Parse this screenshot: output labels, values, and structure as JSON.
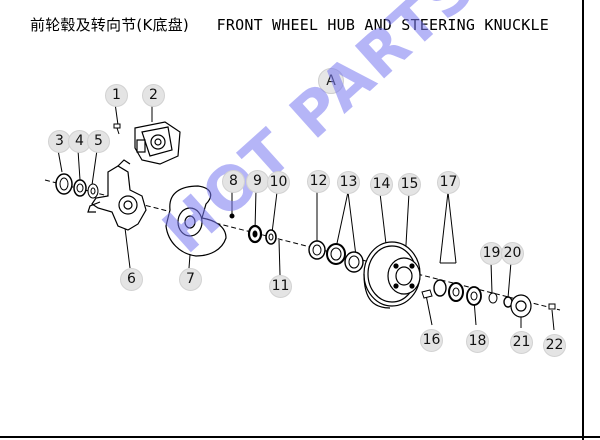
{
  "title": {
    "cn": "前轮毂及转向节(K底盘)",
    "en": "FRONT WHEEL HUB AND STEERING KNUCKLE"
  },
  "sheet_label": "A",
  "watermark": "HOT PARTS",
  "callouts": [
    {
      "id": "1",
      "label": "1"
    },
    {
      "id": "2",
      "label": "2"
    },
    {
      "id": "3",
      "label": "3"
    },
    {
      "id": "4",
      "label": "4"
    },
    {
      "id": "5",
      "label": "5"
    },
    {
      "id": "6",
      "label": "6"
    },
    {
      "id": "7",
      "label": "7"
    },
    {
      "id": "8",
      "label": "8"
    },
    {
      "id": "9",
      "label": "9"
    },
    {
      "id": "10",
      "label": "10"
    },
    {
      "id": "11",
      "label": "11"
    },
    {
      "id": "12",
      "label": "12"
    },
    {
      "id": "13",
      "label": "13"
    },
    {
      "id": "14",
      "label": "14"
    },
    {
      "id": "15",
      "label": "15"
    },
    {
      "id": "16",
      "label": "16"
    },
    {
      "id": "17",
      "label": "17"
    },
    {
      "id": "18",
      "label": "18"
    },
    {
      "id": "19",
      "label": "19"
    },
    {
      "id": "20",
      "label": "20"
    },
    {
      "id": "21",
      "label": "21"
    },
    {
      "id": "22",
      "label": "22"
    }
  ],
  "colors": {
    "line": "#000000",
    "callout_bg": "#e4e4e4",
    "watermark": "#7878f0"
  }
}
